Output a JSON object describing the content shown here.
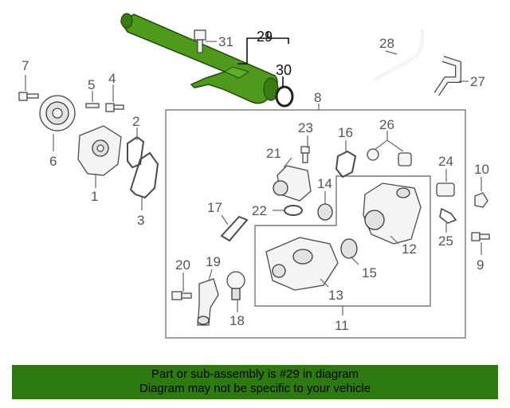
{
  "colors": {
    "highlight": "#4f9a1c",
    "banner_bg": "#2c7a10",
    "line": "#666666"
  },
  "callouts": {
    "n1": "1",
    "n2": "2",
    "n3": "3",
    "n4": "4",
    "n5": "5",
    "n6": "6",
    "n7": "7",
    "n8": "8",
    "n9": "9",
    "n10": "10",
    "n11": "11",
    "n12": "12",
    "n13": "13",
    "n14": "14",
    "n15": "15",
    "n16": "16",
    "n17": "17",
    "n18": "18",
    "n19": "19",
    "n20": "20",
    "n21": "21",
    "n22": "22",
    "n23": "23",
    "n24": "24",
    "n25": "25",
    "n26": "26",
    "n27": "27",
    "n28": "28",
    "n29": "29",
    "n30": "30",
    "n31": "31"
  },
  "banner": {
    "line1": "Part or sub-assembly is #29 in diagram",
    "line2": "Diagram may not be specific to your vehicle"
  }
}
